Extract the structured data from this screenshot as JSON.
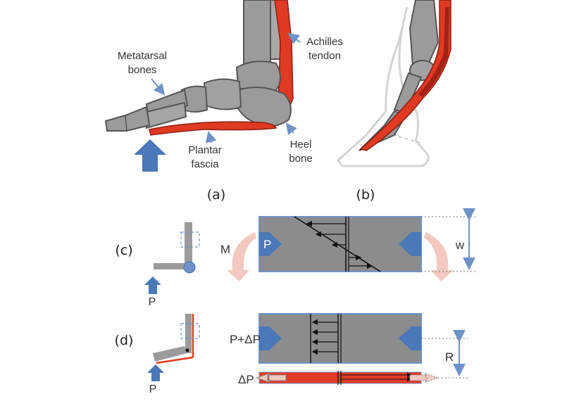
{
  "panel_labels": {
    "a": "(a)",
    "b": "(b)",
    "c": "(c)",
    "d": "(d)"
  },
  "anatomy_labels": {
    "metatarsal_line1": "Metatarsal",
    "metatarsal_line2": "bones",
    "achilles_line1": "Achilles",
    "achilles_line2": "tendon",
    "plantar_line1": "Plantar",
    "plantar_line2": "fascia",
    "heel_line1": "Heel",
    "heel_line2": "bone"
  },
  "symbols": {
    "moment": "M",
    "load_c_small": "P",
    "load_c_block": "P",
    "width": "w",
    "load_d_small": "P",
    "load_d_block": "P+ΔP",
    "delta_load": "ΔP",
    "radius": "R"
  },
  "colors": {
    "bone": "#9b9b9b",
    "bone_outline": "#5a5a5a",
    "tendon": "#e03a22",
    "tendon_dark": "#a32116",
    "load_arrow": "#4a78b8",
    "annotation_arrow": "#6f93c8",
    "moment_arrow": "#f3c8c0",
    "block_gray": "#8c8c8c",
    "strap_red": "#e23b26"
  }
}
